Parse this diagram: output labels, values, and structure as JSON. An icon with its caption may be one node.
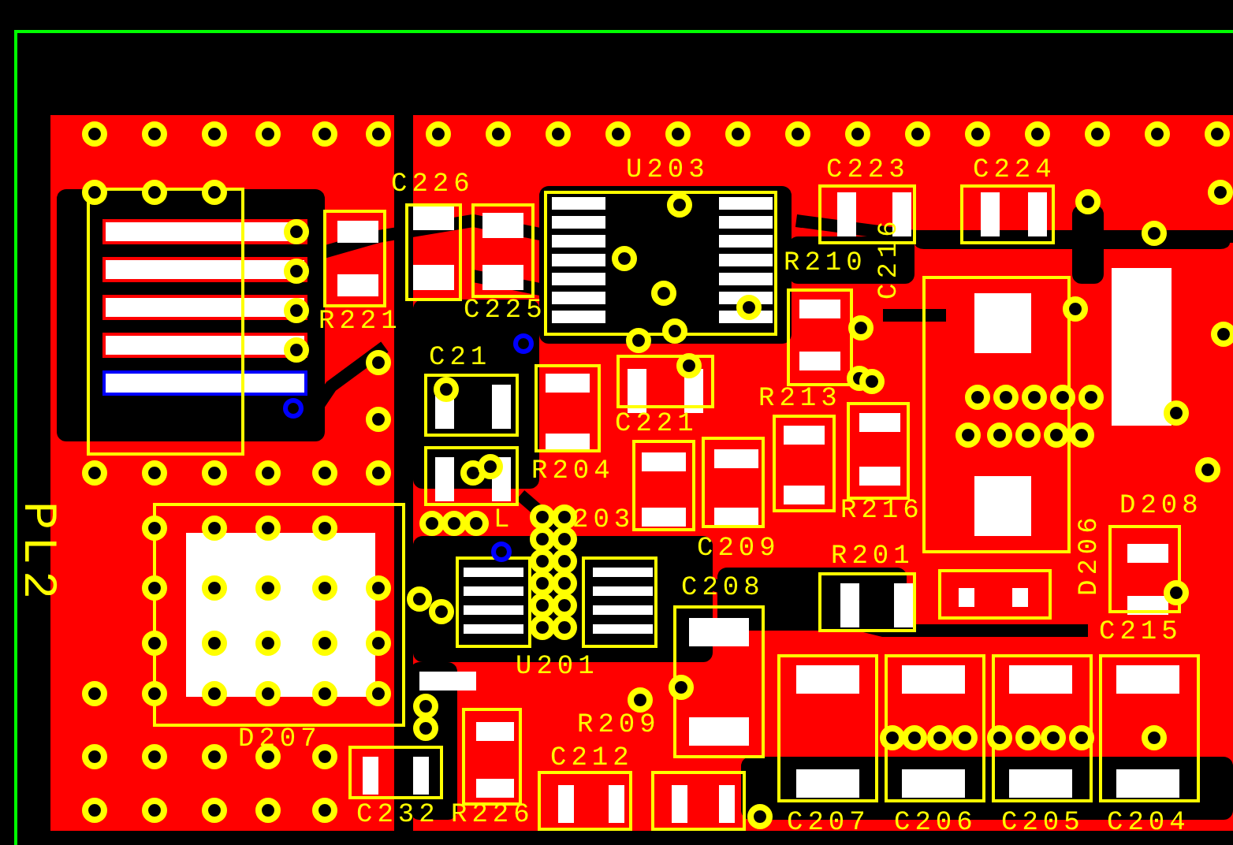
{
  "diagram": {
    "labels": [
      "C226",
      "U203",
      "C223",
      "C224",
      "R210",
      "R221",
      "C225",
      "C216",
      "C21",
      "C221",
      "R213",
      "R204",
      "PL2",
      "L",
      "203",
      "R216",
      "D208",
      "C209",
      "R201",
      "D206",
      "C208",
      "C215",
      "U201",
      "R209",
      "D207",
      "C212",
      "C232",
      "R226",
      "C207",
      "C206",
      "C205",
      "C204"
    ]
  }
}
